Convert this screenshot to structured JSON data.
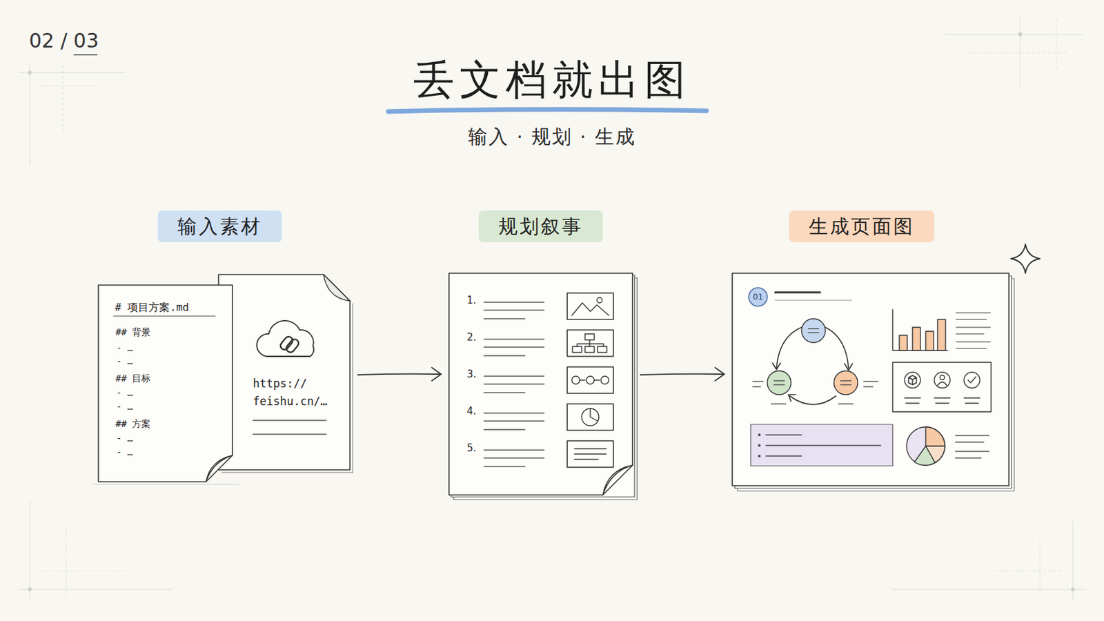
{
  "diagram": {
    "title": "丢文档就出图",
    "nodes": [
      {
        "text": [
          "输入素材"
        ]
      },
      {
        "text": [
          "规划叙事"
        ]
      },
      {
        "text": [
          "生成页面图"
        ]
      },
      {
        "text": [
          "# 项目方案.md",
          "## 背景",
          "- …",
          "- …",
          "## 目标",
          "- …",
          "- …",
          "## 方案",
          "- …",
          "- …"
        ]
      },
      {
        "text": [
          "https://",
          "feishu.cn/…"
        ]
      },
      {
        "text": [
          "1.",
          "2.",
          "3.",
          "4.",
          "5."
        ]
      },
      {
        "text": [
          "01"
        ]
      }
    ],
    "edges": [
      {
        "from": 4,
        "to": 5,
        "arrow": "to"
      },
      {
        "from": 5,
        "to": 6,
        "arrow": "to"
      }
    ],
    "labels": [
      "02 / 03",
      "输入 · 规划 · 生成"
    ]
  }
}
